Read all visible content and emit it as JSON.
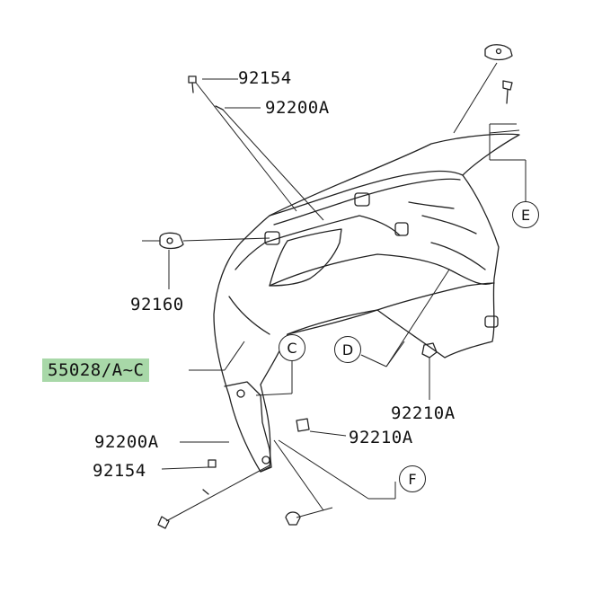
{
  "diagram": {
    "part_labels": {
      "top_bolt": "92154",
      "top_washer": "92200A",
      "grommet": "92160",
      "main_part": "55028/A~C",
      "right_nut": "92210A",
      "lower_nut": "92210A",
      "lower_washer": "92200A",
      "lower_bolt": "92154"
    },
    "callouts": {
      "c": "C",
      "d": "D",
      "e": "E",
      "f": "F"
    },
    "colors": {
      "highlight": "#a8d8a8",
      "line": "#222222"
    }
  }
}
